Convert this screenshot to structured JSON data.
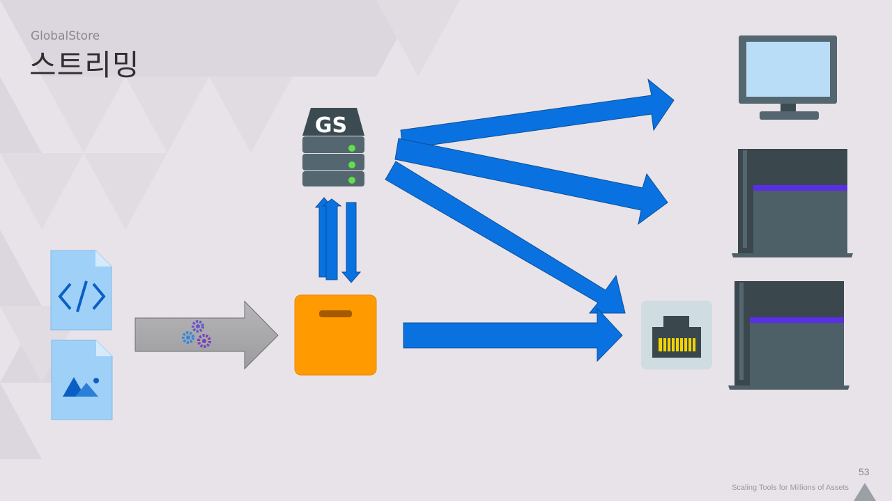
{
  "header": {
    "subtitle": "GlobalStore",
    "title": "스트리밍"
  },
  "diagram": {
    "server_label": "GS",
    "nodes": [
      {
        "name": "code-file-icon"
      },
      {
        "name": "image-file-icon"
      },
      {
        "name": "gears-icon"
      },
      {
        "name": "package-box-icon"
      },
      {
        "name": "globalstore-server-icon"
      },
      {
        "name": "monitor-icon"
      },
      {
        "name": "console-icon"
      },
      {
        "name": "ethernet-port-icon"
      },
      {
        "name": "console-icon"
      }
    ],
    "colors": {
      "arrow_blue": "#0a72e0",
      "arrow_gray": "#a9a9ab",
      "box_orange": "#ff9a00",
      "server_gray": "#54666f",
      "file_blue": "#9fd0f7"
    }
  },
  "footer": {
    "text": "Scaling Tools for Millions of Assets",
    "page_number": "53"
  }
}
